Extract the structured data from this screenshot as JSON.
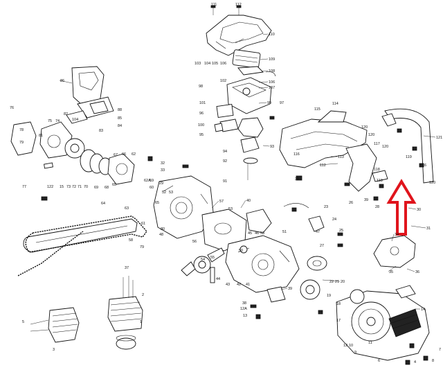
{
  "diagram": {
    "highlight_color": "#e0141c",
    "labels": [
      {
        "id": "p111",
        "text": "111"
      },
      {
        "id": "p112t",
        "text": "112"
      },
      {
        "id": "p110",
        "text": "110"
      },
      {
        "id": "p109",
        "text": "109"
      },
      {
        "id": "p103",
        "text": "103"
      },
      {
        "id": "p104",
        "text": "104"
      },
      {
        "id": "p105",
        "text": "105"
      },
      {
        "id": "p106",
        "text": "106"
      },
      {
        "id": "p108",
        "text": "108"
      },
      {
        "id": "p107a",
        "text": "107"
      },
      {
        "id": "p102",
        "text": "102"
      },
      {
        "id": "p98",
        "text": "98"
      },
      {
        "id": "p106b",
        "text": "106"
      },
      {
        "id": "p107b",
        "text": "107"
      },
      {
        "id": "p86",
        "text": "86"
      },
      {
        "id": "p101",
        "text": "101"
      },
      {
        "id": "p99",
        "text": "99"
      },
      {
        "id": "p96",
        "text": "96"
      },
      {
        "id": "p100",
        "text": "100"
      },
      {
        "id": "p95",
        "text": "95"
      },
      {
        "id": "p94",
        "text": "94"
      },
      {
        "id": "p93",
        "text": "93"
      },
      {
        "id": "p92",
        "text": "92"
      },
      {
        "id": "p91",
        "text": "91"
      },
      {
        "id": "p97",
        "text": "97"
      },
      {
        "id": "p76",
        "text": "76"
      },
      {
        "id": "p82",
        "text": "82"
      },
      {
        "id": "p104b",
        "text": "104"
      },
      {
        "id": "p88",
        "text": "88"
      },
      {
        "id": "p85",
        "text": "85"
      },
      {
        "id": "p84",
        "text": "84"
      },
      {
        "id": "p83",
        "text": "83"
      },
      {
        "id": "p75",
        "text": "75"
      },
      {
        "id": "p74",
        "text": "74"
      },
      {
        "id": "p78",
        "text": "78"
      },
      {
        "id": "p79a",
        "text": "79"
      },
      {
        "id": "p81",
        "text": "81"
      },
      {
        "id": "p67",
        "text": "67"
      },
      {
        "id": "p66",
        "text": "66"
      },
      {
        "id": "p62",
        "text": "62"
      },
      {
        "id": "p77",
        "text": "77"
      },
      {
        "id": "p122",
        "text": "122"
      },
      {
        "id": "p15",
        "text": "15"
      },
      {
        "id": "p73",
        "text": "73"
      },
      {
        "id": "p72",
        "text": "72"
      },
      {
        "id": "p71",
        "text": "71"
      },
      {
        "id": "p70",
        "text": "70"
      },
      {
        "id": "p69",
        "text": "69"
      },
      {
        "id": "p68",
        "text": "68"
      },
      {
        "id": "p65",
        "text": "65"
      },
      {
        "id": "p64",
        "text": "64"
      },
      {
        "id": "p62a",
        "text": "62A"
      },
      {
        "id": "p63",
        "text": "63"
      },
      {
        "id": "p65b",
        "text": "65"
      },
      {
        "id": "p80",
        "text": "80"
      },
      {
        "id": "p79b",
        "text": "79"
      },
      {
        "id": "p48",
        "text": "48"
      },
      {
        "id": "p61",
        "text": "61"
      },
      {
        "id": "p58",
        "text": "58"
      },
      {
        "id": "p60",
        "text": "60"
      },
      {
        "id": "p59",
        "text": "59"
      },
      {
        "id": "p33",
        "text": "33"
      },
      {
        "id": "p32",
        "text": "32"
      },
      {
        "id": "p29",
        "text": "29"
      },
      {
        "id": "p52",
        "text": "52"
      },
      {
        "id": "p53b",
        "text": "53"
      },
      {
        "id": "p40",
        "text": "40"
      },
      {
        "id": "p57",
        "text": "57"
      },
      {
        "id": "p53",
        "text": "53"
      },
      {
        "id": "p56",
        "text": "56"
      },
      {
        "id": "p54",
        "text": "54"
      },
      {
        "id": "p55",
        "text": "55"
      },
      {
        "id": "p45",
        "text": "45"
      },
      {
        "id": "p46",
        "text": "46"
      },
      {
        "id": "p50",
        "text": "50"
      },
      {
        "id": "p53c",
        "text": "53"
      },
      {
        "id": "p44",
        "text": "44"
      },
      {
        "id": "p43",
        "text": "43"
      },
      {
        "id": "p42",
        "text": "42"
      },
      {
        "id": "p41",
        "text": "41"
      },
      {
        "id": "p39",
        "text": "39"
      },
      {
        "id": "p38",
        "text": "38"
      },
      {
        "id": "p12a",
        "text": "12A"
      },
      {
        "id": "p13",
        "text": "13"
      },
      {
        "id": "p37",
        "text": "37"
      },
      {
        "id": "p1",
        "text": "1"
      },
      {
        "id": "p2",
        "text": "2"
      },
      {
        "id": "p3",
        "text": "3"
      },
      {
        "id": "p5",
        "text": "5"
      },
      {
        "id": "p115",
        "text": "115"
      },
      {
        "id": "p114",
        "text": "114"
      },
      {
        "id": "p116",
        "text": "116"
      },
      {
        "id": "p113",
        "text": "113"
      },
      {
        "id": "p112",
        "text": "112"
      },
      {
        "id": "p117",
        "text": "117"
      },
      {
        "id": "p118",
        "text": "118"
      },
      {
        "id": "p119",
        "text": "119"
      },
      {
        "id": "p16",
        "text": "16"
      },
      {
        "id": "p120a",
        "text": "120"
      },
      {
        "id": "p120b",
        "text": "120"
      },
      {
        "id": "p120c",
        "text": "120"
      },
      {
        "id": "p120d",
        "text": "120"
      },
      {
        "id": "p121",
        "text": "121"
      },
      {
        "id": "p30",
        "text": "30"
      },
      {
        "id": "p31",
        "text": "31"
      },
      {
        "id": "p28",
        "text": "28"
      },
      {
        "id": "p39b",
        "text": "39"
      },
      {
        "id": "p26",
        "text": "26"
      },
      {
        "id": "p23",
        "text": "23"
      },
      {
        "id": "p24",
        "text": "24"
      },
      {
        "id": "p25",
        "text": "25"
      },
      {
        "id": "p34",
        "text": "34"
      },
      {
        "id": "p35",
        "text": "35"
      },
      {
        "id": "p36",
        "text": "36"
      },
      {
        "id": "p22",
        "text": "22"
      },
      {
        "id": "p21",
        "text": "21"
      },
      {
        "id": "p20",
        "text": "20"
      },
      {
        "id": "p19",
        "text": "19"
      },
      {
        "id": "p18",
        "text": "18"
      },
      {
        "id": "p17",
        "text": "17"
      },
      {
        "id": "p12",
        "text": "12"
      },
      {
        "id": "p10",
        "text": "10"
      },
      {
        "id": "p11",
        "text": "11"
      },
      {
        "id": "p9",
        "text": "9"
      },
      {
        "id": "p14",
        "text": "14"
      },
      {
        "id": "p6",
        "text": "6"
      },
      {
        "id": "p7",
        "text": "7"
      },
      {
        "id": "p8",
        "text": "8"
      },
      {
        "id": "p4",
        "text": "4"
      },
      {
        "id": "p27",
        "text": "27"
      },
      {
        "id": "p39c",
        "text": "39"
      },
      {
        "id": "p118b",
        "text": "118"
      },
      {
        "id": "p47",
        "text": "47"
      },
      {
        "id": "p51",
        "text": "51"
      }
    ]
  }
}
